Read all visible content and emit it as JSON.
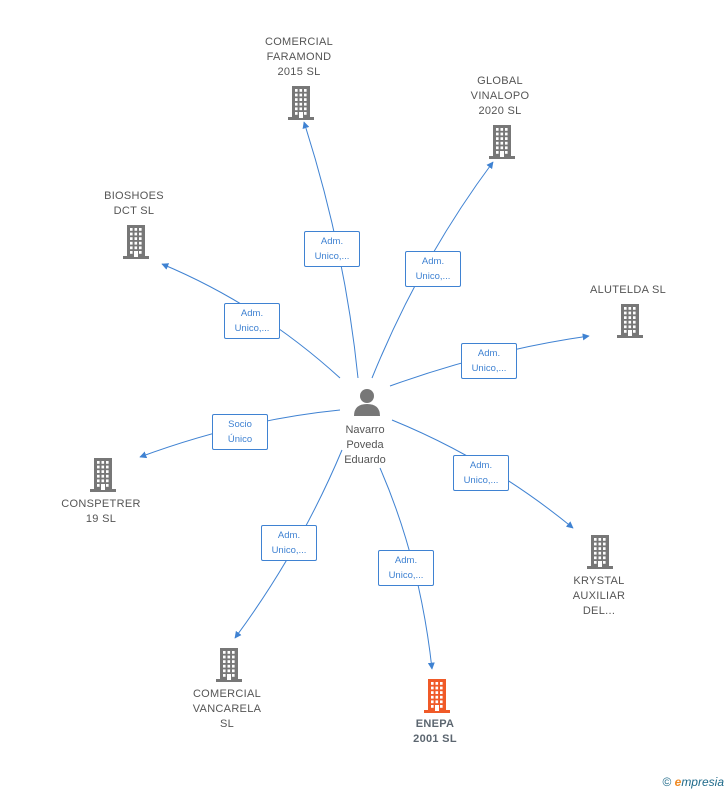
{
  "center": {
    "name": "Navarro\nPoveda\nEduardo"
  },
  "companies": [
    {
      "id": "comercial-faramond",
      "label": "COMERCIAL\nFARAMOND\n2015  SL",
      "color": "#777777"
    },
    {
      "id": "global-vinalopo",
      "label": "GLOBAL\nVINALOPO\n2020  SL",
      "color": "#777777"
    },
    {
      "id": "bioshoes",
      "label": "BIOSHOES\nDCT  SL",
      "color": "#777777"
    },
    {
      "id": "alutelda",
      "label": "ALUTELDA  SL",
      "color": "#777777"
    },
    {
      "id": "conspetrer",
      "label": "CONSPETRER\n19  SL",
      "color": "#777777"
    },
    {
      "id": "krystal",
      "label": "KRYSTAL\nAUXILIAR\nDEL...",
      "color": "#777777"
    },
    {
      "id": "comercial-vancarela",
      "label": "COMERCIAL\nVANCARELA\nSL",
      "color": "#777777"
    },
    {
      "id": "enepa",
      "label": "ENEPA\n2001  SL",
      "color": "#f05a28",
      "focus": true
    }
  ],
  "edges": [
    {
      "to": "comercial-faramond",
      "label": "Adm.\nUnico,..."
    },
    {
      "to": "global-vinalopo",
      "label": "Adm.\nUnico,..."
    },
    {
      "to": "bioshoes",
      "label": "Adm.\nUnico,..."
    },
    {
      "to": "alutelda",
      "label": "Adm.\nUnico,..."
    },
    {
      "to": "conspetrer",
      "label": "Socio\nÚnico"
    },
    {
      "to": "krystal",
      "label": "Adm.\nUnico,..."
    },
    {
      "to": "comercial-vancarela",
      "label": "Adm.\nUnico,..."
    },
    {
      "to": "enepa",
      "label": "Adm.\nUnico,..."
    }
  ],
  "colors": {
    "edge": "#3f82d2",
    "person": "#777777"
  },
  "footer": {
    "copyright": "©",
    "brand_e": "e",
    "brand_rest": "mpresia"
  }
}
